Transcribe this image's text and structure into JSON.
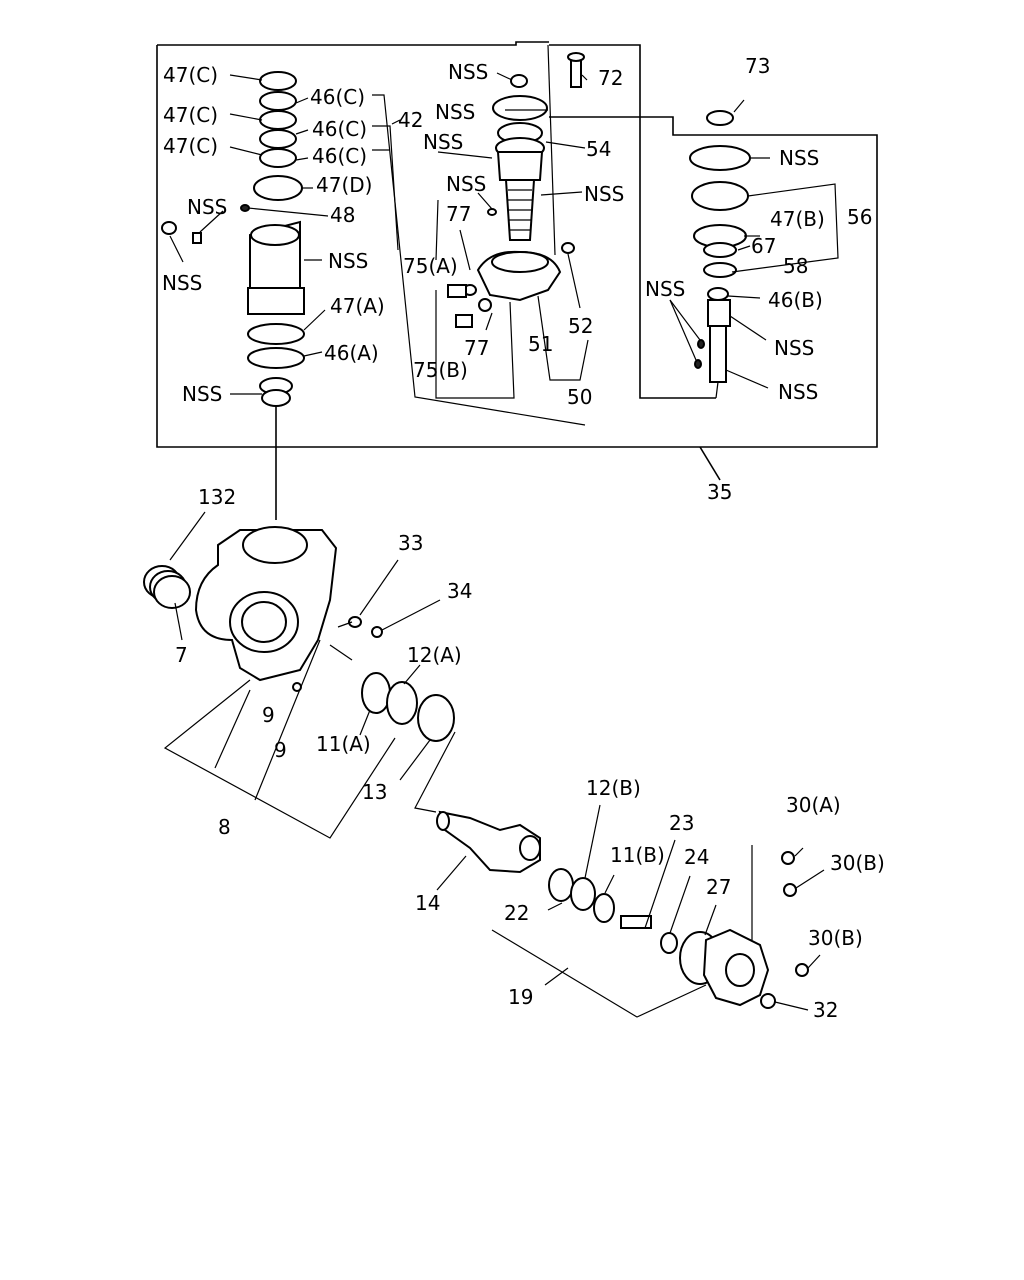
{
  "labels": {
    "l47c_1": "47(C)",
    "l47c_2": "47(C)",
    "l47c_3": "47(C)",
    "l46c_1": "46(C)",
    "l46c_2": "46(C)",
    "l46c_3": "46(C)",
    "l42": "42",
    "l47d": "47(D)",
    "l48": "48",
    "nss_tl": "NSS",
    "nss_l": "NSS",
    "nss_body": "NSS",
    "nss_bottom": "NSS",
    "l47a": "47(A)",
    "l46a": "46(A)",
    "nss_c1": "NSS",
    "nss_c2": "NSS",
    "nss_c3": "NSS",
    "nss_c4": "NSS",
    "nss_c5": "NSS",
    "l72": "72",
    "l54": "54",
    "l77a": "77",
    "l77b": "77",
    "l75a": "75(A)",
    "l75b": "75(B)",
    "l51": "51",
    "l52": "52",
    "l50": "50",
    "l73": "73",
    "nss_r1": "NSS",
    "l47b": "47(B)",
    "l67": "67",
    "l56": "56",
    "l58": "58",
    "nss_r2": "NSS",
    "l46b": "46(B)",
    "nss_r3": "NSS",
    "nss_r4": "NSS",
    "l35": "35",
    "l132": "132",
    "l7": "7",
    "l33": "33",
    "l34": "34",
    "l12a": "12(A)",
    "l9a": "9",
    "l9b": "9",
    "l11a": "11(A)",
    "l13": "13",
    "l8": "8",
    "l14": "14",
    "l12b": "12(B)",
    "l11b": "11(B)",
    "l22": "22",
    "l23": "23",
    "l24": "24",
    "l27": "27",
    "l19": "19",
    "l30a": "30(A)",
    "l30b_1": "30(B)",
    "l30b_2": "30(B)",
    "l32": "32"
  }
}
